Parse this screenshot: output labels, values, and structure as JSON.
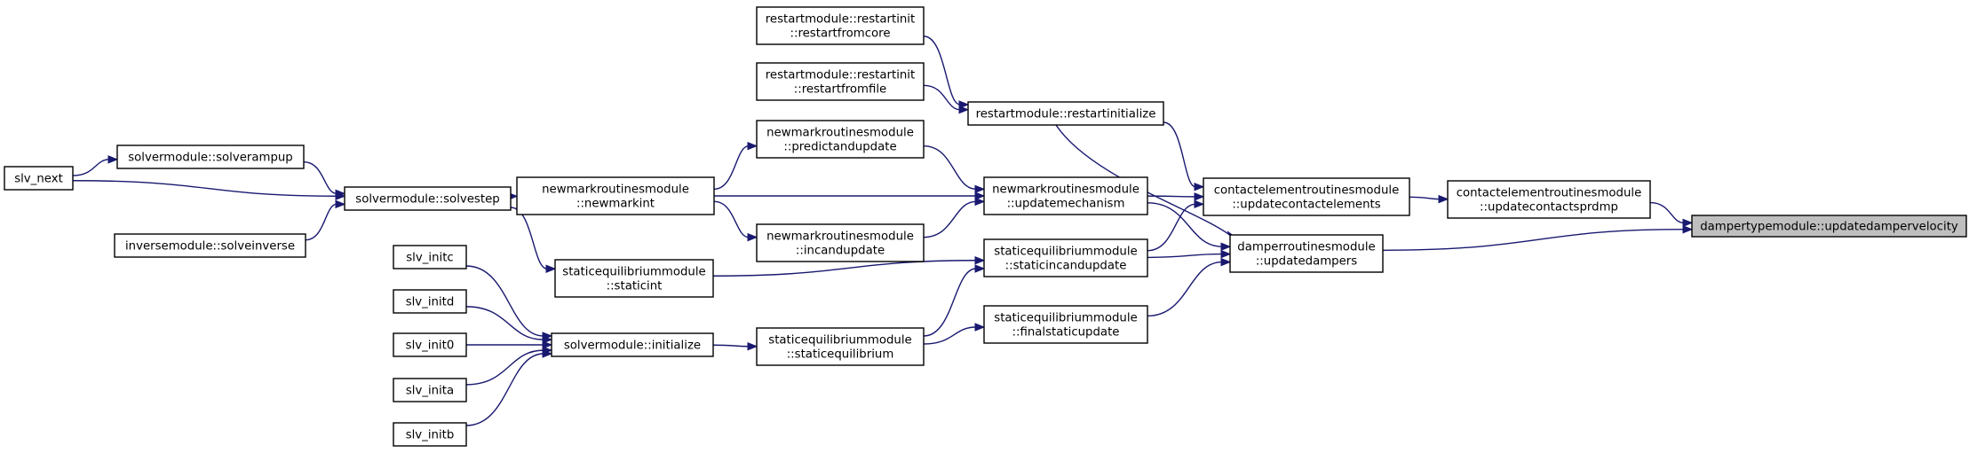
{
  "nodes": {
    "n_target": {
      "lines": [
        "dampertypemodule::updatedampervelocity"
      ],
      "focus": true
    },
    "n_updcontactsprdmp": {
      "lines": [
        "contactelementroutinesmodule",
        "::updatecontactsprdmp"
      ]
    },
    "n_updcontactelements": {
      "lines": [
        "contactelementroutinesmodule",
        "::updatecontactelements"
      ]
    },
    "n_updatedampers": {
      "lines": [
        "damperroutinesmodule",
        "::updatedampers"
      ]
    },
    "n_restartinitialize": {
      "lines": [
        "restartmodule::restartinitialize"
      ]
    },
    "n_restartfromcore": {
      "lines": [
        "restartmodule::restartinit",
        "::restartfromcore"
      ]
    },
    "n_restartfromfile": {
      "lines": [
        "restartmodule::restartinit",
        "::restartfromfile"
      ]
    },
    "n_updatemechanism": {
      "lines": [
        "newmarkroutinesmodule",
        "::updatemechanism"
      ]
    },
    "n_predictandupdate": {
      "lines": [
        "newmarkroutinesmodule",
        "::predictandupdate"
      ]
    },
    "n_incandupdate": {
      "lines": [
        "newmarkroutinesmodule",
        "::incandupdate"
      ]
    },
    "n_newmarkint": {
      "lines": [
        "newmarkroutinesmodule",
        "::newmarkint"
      ]
    },
    "n_staticincandupdate": {
      "lines": [
        "staticequilibriummodule",
        "::staticincandupdate"
      ]
    },
    "n_finalstaticupdate": {
      "lines": [
        "staticequilibriummodule",
        "::finalstaticupdate"
      ]
    },
    "n_staticequilibrium": {
      "lines": [
        "staticequilibriummodule",
        "::staticequilibrium"
      ]
    },
    "n_staticint": {
      "lines": [
        "staticequilibriummodule",
        "::staticint"
      ]
    },
    "n_solvestep": {
      "lines": [
        "solvermodule::solvestep"
      ]
    },
    "n_solverampup": {
      "lines": [
        "solvermodule::solverampup"
      ]
    },
    "n_solveinverse": {
      "lines": [
        "inversemodule::solveinverse"
      ]
    },
    "n_slv_next": {
      "lines": [
        "slv_next"
      ]
    },
    "n_initialize": {
      "lines": [
        "solvermodule::initialize"
      ]
    },
    "n_slv_initc": {
      "lines": [
        "slv_initc"
      ]
    },
    "n_slv_initd": {
      "lines": [
        "slv_initd"
      ]
    },
    "n_slv_init0": {
      "lines": [
        "slv_init0"
      ]
    },
    "n_slv_inita": {
      "lines": [
        "slv_inita"
      ]
    },
    "n_slv_initb": {
      "lines": [
        "slv_initb"
      ]
    }
  },
  "edges": [
    {
      "from": "n_updcontactsprdmp",
      "to": "n_target"
    },
    {
      "from": "n_updatedampers",
      "to": "n_target"
    },
    {
      "from": "n_updcontactelements",
      "to": "n_updcontactsprdmp"
    },
    {
      "from": "n_restartinitialize",
      "to": "n_updcontactelements"
    },
    {
      "from": "n_restartinitialize",
      "to": "n_updatedampers"
    },
    {
      "from": "n_restartfromcore",
      "to": "n_restartinitialize"
    },
    {
      "from": "n_restartfromfile",
      "to": "n_restartinitialize"
    },
    {
      "from": "n_updatemechanism",
      "to": "n_updcontactelements"
    },
    {
      "from": "n_updatemechanism",
      "to": "n_updatedampers"
    },
    {
      "from": "n_staticincandupdate",
      "to": "n_updcontactelements"
    },
    {
      "from": "n_staticincandupdate",
      "to": "n_updatedampers"
    },
    {
      "from": "n_finalstaticupdate",
      "to": "n_updatedampers"
    },
    {
      "from": "n_predictandupdate",
      "to": "n_updatemechanism"
    },
    {
      "from": "n_newmarkint",
      "to": "n_updatemechanism"
    },
    {
      "from": "n_incandupdate",
      "to": "n_updatemechanism"
    },
    {
      "from": "n_newmarkint",
      "to": "n_predictandupdate"
    },
    {
      "from": "n_newmarkint",
      "to": "n_incandupdate"
    },
    {
      "from": "n_staticint",
      "to": "n_staticincandupdate"
    },
    {
      "from": "n_staticequilibrium",
      "to": "n_staticincandupdate"
    },
    {
      "from": "n_staticequilibrium",
      "to": "n_finalstaticupdate"
    },
    {
      "from": "n_initialize",
      "to": "n_staticequilibrium"
    },
    {
      "from": "n_solvestep",
      "to": "n_newmarkint"
    },
    {
      "from": "n_solvestep",
      "to": "n_staticint"
    },
    {
      "from": "n_solverampup",
      "to": "n_solvestep"
    },
    {
      "from": "n_slv_next",
      "to": "n_solvestep"
    },
    {
      "from": "n_solveinverse",
      "to": "n_solvestep"
    },
    {
      "from": "n_slv_next",
      "to": "n_solverampup"
    },
    {
      "from": "n_slv_initc",
      "to": "n_initialize"
    },
    {
      "from": "n_slv_initd",
      "to": "n_initialize"
    },
    {
      "from": "n_slv_init0",
      "to": "n_initialize"
    },
    {
      "from": "n_slv_inita",
      "to": "n_initialize"
    },
    {
      "from": "n_slv_initb",
      "to": "n_initialize"
    }
  ]
}
